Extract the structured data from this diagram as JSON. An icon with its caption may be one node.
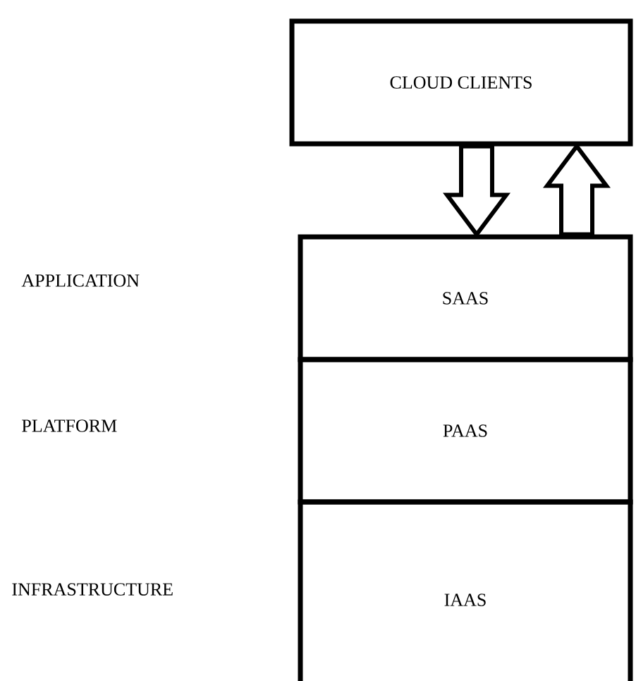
{
  "diagram": {
    "nodes": [
      {
        "text": [
          "CLOUD CLIENTS"
        ]
      },
      {
        "text": [
          "SAAS"
        ]
      },
      {
        "text": [
          "PAAS"
        ]
      },
      {
        "text": [
          "IAAS"
        ]
      }
    ],
    "edges": [
      {
        "from": 0,
        "to": 1,
        "arrow": "to"
      },
      {
        "from": 1,
        "to": 0,
        "arrow": "to"
      }
    ],
    "labels": [
      "APPLICATION",
      "PLATFORM",
      "INFRASTRUCTURE"
    ]
  }
}
